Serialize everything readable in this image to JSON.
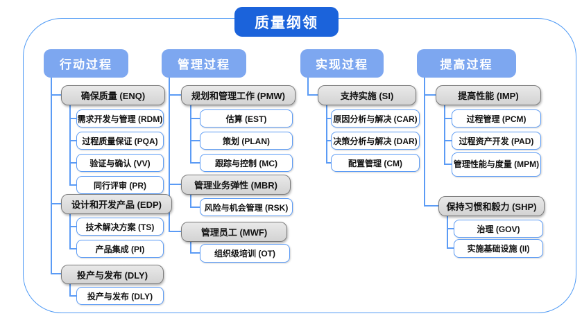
{
  "title": "质量纲领",
  "colors": {
    "title_blue": "#1B63DB",
    "header_blue": "#7DA7F0",
    "line_blue": "#5B9BF5",
    "frame_blue": "#4F9AF5",
    "group_fill": "#DBDBDB",
    "group_border": "#7A7A7A",
    "leaf_border": "#5B9BF5"
  },
  "columns": [
    {
      "header": "行动过程",
      "groups": [
        {
          "label": "确保质量 (ENQ)",
          "children": [
            "需求开发与管理 (RDM)",
            "过程质量保证 (PQA)",
            "验证与确认 (VV)",
            "同行评审 (PR)"
          ]
        },
        {
          "label": "设计和开发产品 (EDP)",
          "children": [
            "技术解决方案 (TS)",
            "产品集成 (PI)"
          ]
        },
        {
          "label": "投产与发布 (DLY)",
          "children": [
            "投产与发布 (DLY)"
          ]
        }
      ]
    },
    {
      "header": "管理过程",
      "groups": [
        {
          "label": "规划和管理工作 (PMW)",
          "children": [
            "估算 (EST)",
            "策划 (PLAN)",
            "跟踪与控制 (MC)"
          ]
        },
        {
          "label": "管理业务弹性 (MBR)",
          "children": [
            "风险与机会管理 (RSK)"
          ]
        },
        {
          "label": "管理员工 (MWF)",
          "children": [
            "组织级培训 (OT)"
          ]
        }
      ]
    },
    {
      "header": "实现过程",
      "groups": [
        {
          "label": "支持实施 (SI)",
          "children": [
            "原因分析与解决 (CAR)",
            "决策分析与解决 (DAR)",
            "配置管理 (CM)"
          ]
        }
      ]
    },
    {
      "header": "提高过程",
      "groups": [
        {
          "label": "提高性能 (IMP)",
          "children": [
            "过程管理 (PCM)",
            "过程资产开发 (PAD)",
            "管理性能与度量 (MPM)"
          ]
        },
        {
          "label": "保持习惯和毅力 (SHP)",
          "children": [
            "治理 (GOV)",
            "实施基础设施 (II)"
          ]
        }
      ]
    }
  ]
}
